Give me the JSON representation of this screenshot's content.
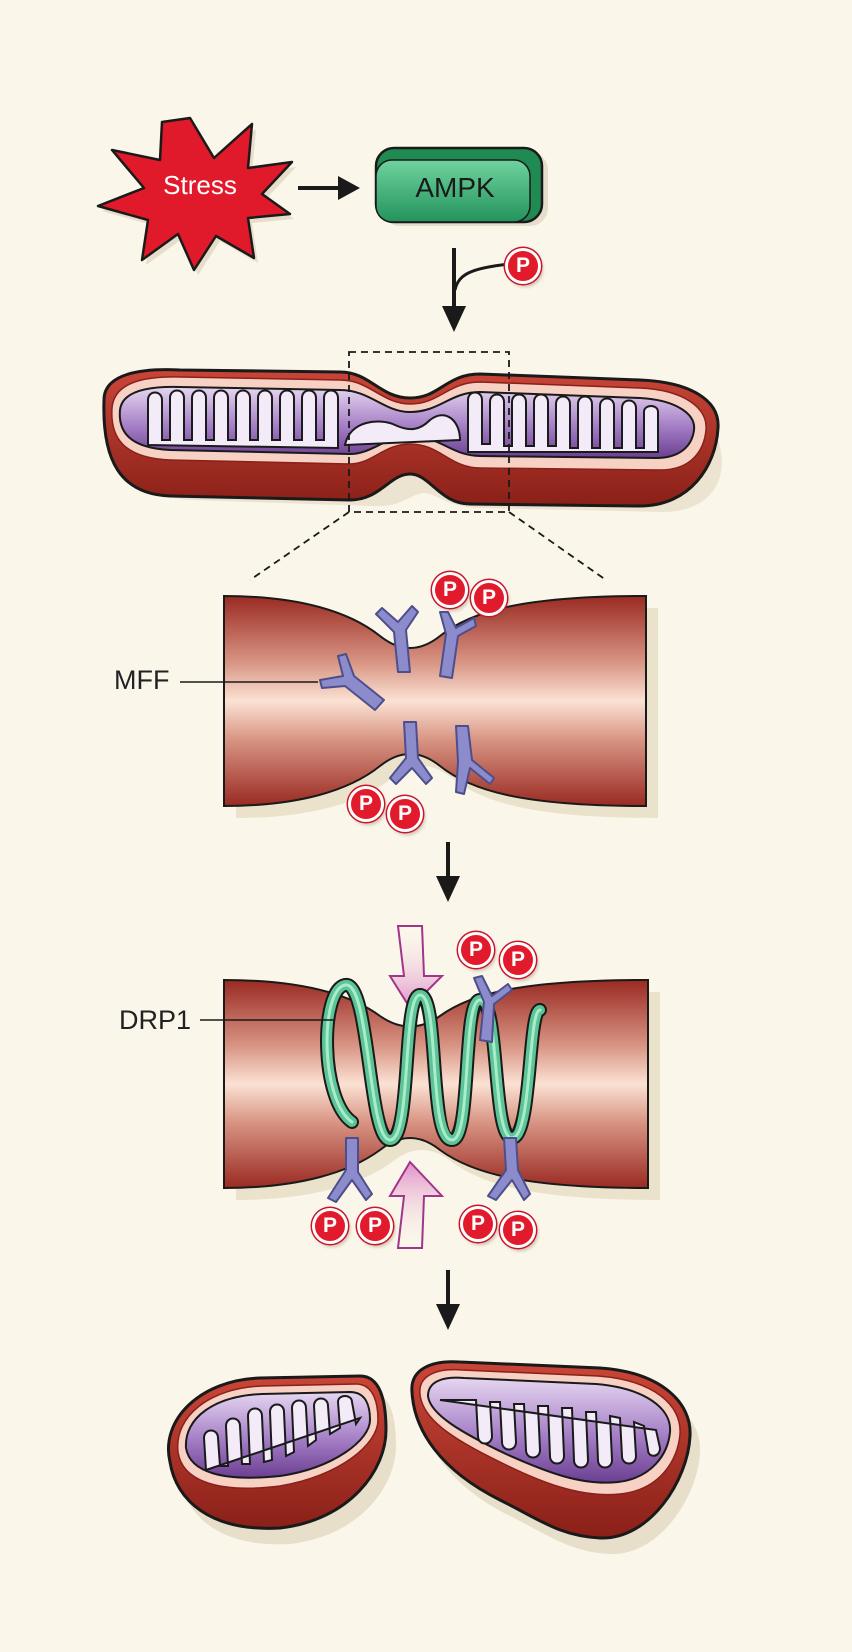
{
  "labels": {
    "stress": "Stress",
    "ampk": "AMPK",
    "mff": "MFF",
    "drp1": "DRP1",
    "phospho": "P"
  },
  "colors": {
    "background": "#faf6ea",
    "stress": "#e0192b",
    "ampk": "#2fa66a",
    "phospho": "#e11a2c",
    "membrane": "#b5382c",
    "matrix": "#8e62b2",
    "mff": "#8c8ccc",
    "drp1": "#5cc496",
    "constriction_arrow": "#a0358a"
  }
}
